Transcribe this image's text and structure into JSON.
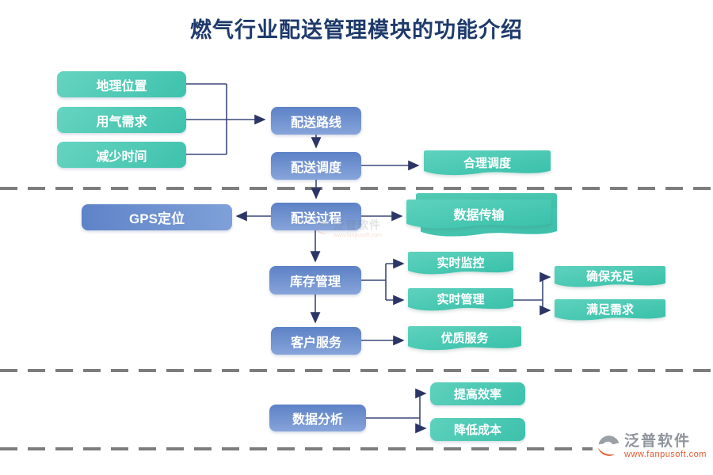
{
  "title": "燃气行业配送管理模块的功能介绍",
  "colors": {
    "title_text": "#1e3a6b",
    "blue_box_top": "#5d81c6",
    "blue_box_bottom": "#87a4da",
    "green_box_start": "#66d4c0",
    "green_box_end": "#3ec2ad",
    "connector_line": "#3c4878",
    "arrow_head": "#2b3566",
    "divider_gray": "#7d7d7d",
    "brand_orange": "#e4572e",
    "brand_gray": "#8e949b"
  },
  "nodes": {
    "geo": {
      "label": "地理位置"
    },
    "demand": {
      "label": "用气需求"
    },
    "time": {
      "label": "减少时间"
    },
    "route": {
      "label": "配送路线"
    },
    "dispatch": {
      "label": "配送调度"
    },
    "reasonable": {
      "label": "合理调度"
    },
    "process": {
      "label": "配送过程"
    },
    "gps": {
      "label": "GPS定位"
    },
    "transfer": {
      "label": "数据传输"
    },
    "inventory": {
      "label": "库存管理"
    },
    "monitor": {
      "label": "实时监控"
    },
    "manage": {
      "label": "实时管理"
    },
    "sufficient": {
      "label": "确保充足"
    },
    "satisfy": {
      "label": "满足需求"
    },
    "service": {
      "label": "客户服务"
    },
    "quality": {
      "label": "优质服务"
    },
    "analysis": {
      "label": "数据分析"
    },
    "efficiency": {
      "label": "提高效率"
    },
    "cost": {
      "label": "降低成本"
    }
  },
  "watermark": {
    "brand": "泛普软件",
    "site": "www.fanpusoft.com"
  }
}
